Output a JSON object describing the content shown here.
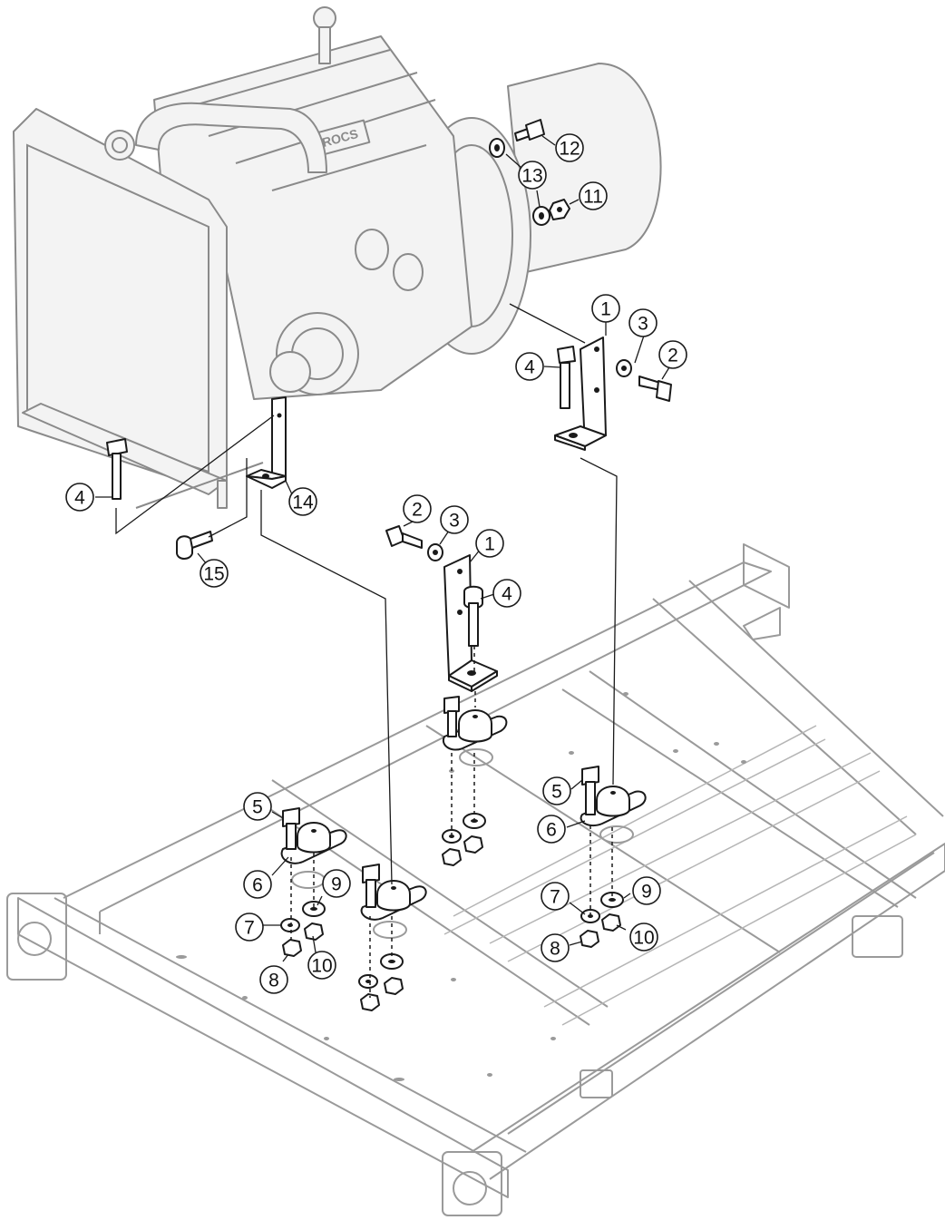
{
  "callouts": [
    {
      "label": "1"
    },
    {
      "label": "2"
    },
    {
      "label": "3"
    },
    {
      "label": "4"
    },
    {
      "label": "11"
    },
    {
      "label": "12"
    },
    {
      "label": "13"
    },
    {
      "label": "4"
    },
    {
      "label": "14"
    },
    {
      "label": "15"
    },
    {
      "label": "2"
    },
    {
      "label": "3"
    },
    {
      "label": "1"
    },
    {
      "label": "4"
    },
    {
      "label": "5"
    },
    {
      "label": "6"
    },
    {
      "label": "5"
    },
    {
      "label": "6"
    },
    {
      "label": "9"
    },
    {
      "label": "7"
    },
    {
      "label": "10"
    },
    {
      "label": "8"
    },
    {
      "label": "7"
    },
    {
      "label": "9"
    },
    {
      "label": "10"
    },
    {
      "label": "8"
    }
  ],
  "engine_logo_text": "ROCS",
  "colors": {
    "parts": "#1a1a1a",
    "background_assembly": "#9a9a9a"
  }
}
